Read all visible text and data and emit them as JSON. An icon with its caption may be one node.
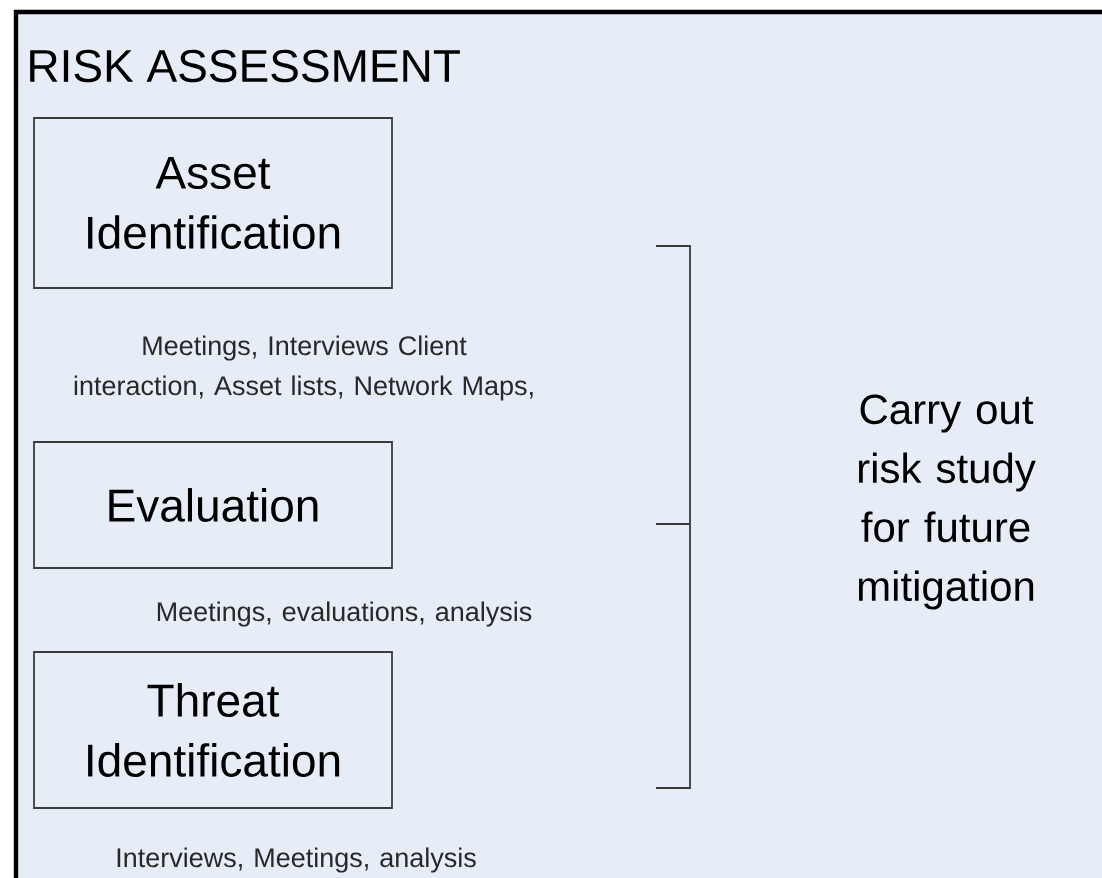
{
  "diagram": {
    "title": "RISK ASSESSMENT",
    "nodes": [
      {
        "text": [
          "Asset Identification"
        ],
        "beside": [
          "Meetings, Interviews Client interaction, Asset lists, Network Maps,"
        ]
      },
      {
        "text": [
          "Evaluation"
        ],
        "beside": [
          "Meetings, evaluations, analysis"
        ]
      },
      {
        "text": [
          "Threat Identification"
        ],
        "beside": [
          "Interviews, Meetings, analysis"
        ]
      }
    ],
    "labels": [
      "Carry out risk study for future mitigation"
    ]
  }
}
